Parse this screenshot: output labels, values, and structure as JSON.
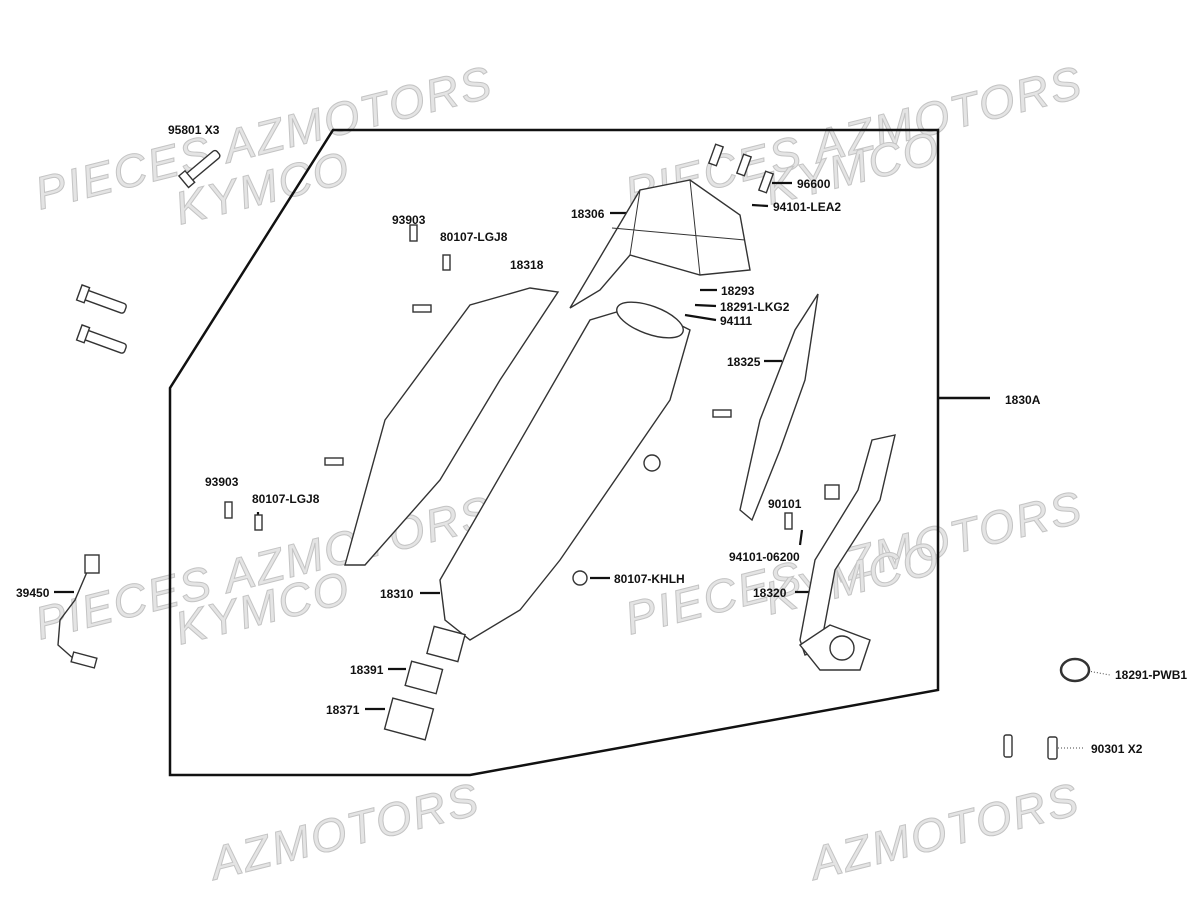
{
  "watermarks": {
    "shop": "PIECES AZMOTORS",
    "brand": "KYMCO",
    "shop_partial": "AZMOTORS"
  },
  "labels": {
    "p95801": "95801 X3",
    "p93903_top": "93903",
    "p80107_lgj8_top": "80107-LGJ8",
    "p18318": "18318",
    "p18306": "18306",
    "p96600": "96600",
    "p94101_lea2": "94101-LEA2",
    "p18293": "18293",
    "p18291_lkg2": "18291-LKG2",
    "p94111": "94111",
    "p18325": "18325",
    "p1830a": "1830A",
    "p93903_bottom": "93903",
    "p80107_lgj8_bottom": "80107-LGJ8",
    "p39450": "39450",
    "p90101": "90101",
    "p94101_06200": "94101-06200",
    "p80107_khlh": "80107-KHLH",
    "p18310": "18310",
    "p18320": "18320",
    "p18391": "18391",
    "p18371": "18371",
    "p18291_pwb1": "18291-PWB1",
    "p90301": "90301 X2"
  },
  "colors": {
    "line": "#111111",
    "part": "#333333"
  }
}
